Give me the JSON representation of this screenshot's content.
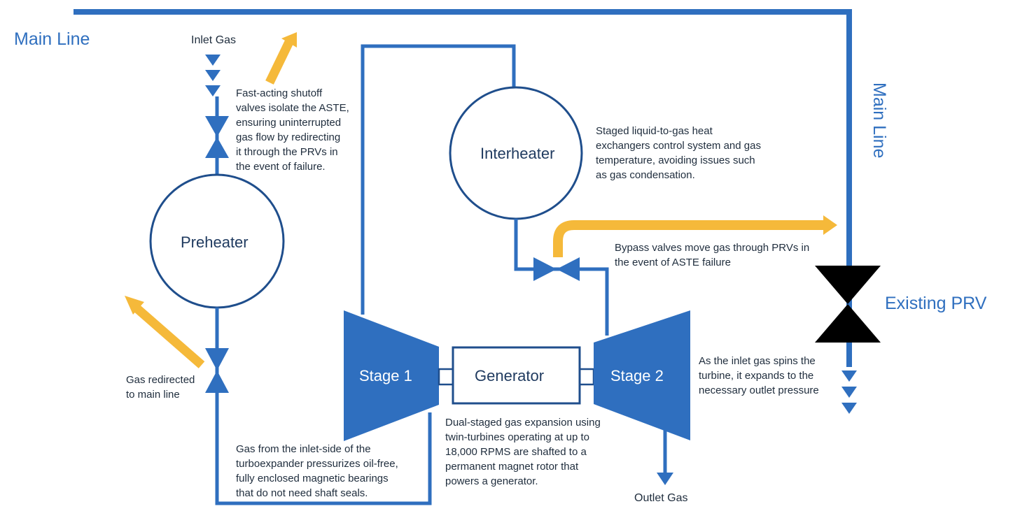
{
  "colors": {
    "pipe": "#2f6fbf",
    "outline": "#1f4e8c",
    "turbine_fill": "#2f6fbf",
    "bypass_arrow": "#f5b93a",
    "prv_valve": "#000000"
  },
  "labels": {
    "main_line_top": "Main Line",
    "main_line_right": "Main Line",
    "inlet_gas": "Inlet Gas",
    "outlet_gas": "Outlet Gas",
    "existing_prv": "Existing PRV",
    "preheater": "Preheater",
    "interheater": "Interheater",
    "generator": "Generator",
    "stage1": "Stage 1",
    "stage2": "Stage 2"
  },
  "notes": {
    "shutoff": [
      "Fast-acting shutoff",
      "valves isolate the ASTE,",
      "ensuring uninterrupted",
      "gas flow by redirecting",
      "it through the PRVs in",
      "the event of failure."
    ],
    "heat_exchangers": [
      "Staged liquid-to-gas heat",
      "exchangers control system and gas",
      "temperature, avoiding issues such",
      "as gas condensation."
    ],
    "bypass": [
      "Bypass valves move gas through PRVs in",
      "the event of ASTE failure"
    ],
    "redirected": [
      "Gas redirected",
      "to main line"
    ],
    "spin": [
      "As the inlet gas spins the",
      "turbine, it expands to the",
      "necessary outlet pressure"
    ],
    "dual_staged": [
      "Dual-staged gas expansion using",
      "twin-turbines operating at up to",
      "18,000 RPMS are shafted to a",
      "permanent magnet rotor that",
      "powers a generator."
    ],
    "bearings": [
      "Gas from the inlet-side of the",
      "turboexpander pressurizes oil-free,",
      "fully enclosed magnetic bearings",
      "that do not need shaft seals."
    ]
  }
}
